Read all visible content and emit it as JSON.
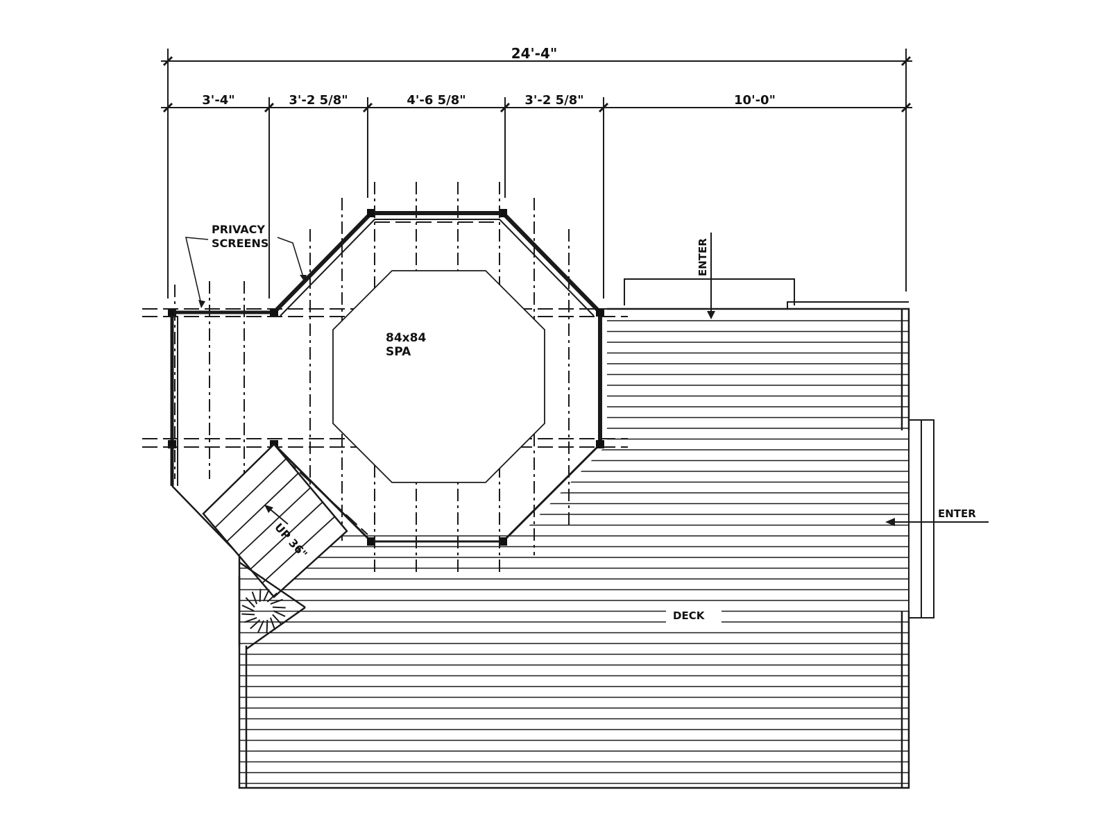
{
  "dimensions": {
    "overall": "24'-4\"",
    "segments": [
      "3'-4\"",
      "3'-2 5/8\"",
      "4'-6 5/8\"",
      "3'-2 5/8\"",
      "10'-0\""
    ]
  },
  "labels": {
    "privacy_line1": "PRIVACY",
    "privacy_line2": "SCREENS",
    "spa_line1": "84x84",
    "spa_line2": "SPA",
    "enter_top": "ENTER",
    "enter_right": "ENTER",
    "deck": "DECK",
    "stair": "UP 36\""
  },
  "colors": {
    "ink": "#1a1a1a",
    "paper": "#ffffff"
  }
}
